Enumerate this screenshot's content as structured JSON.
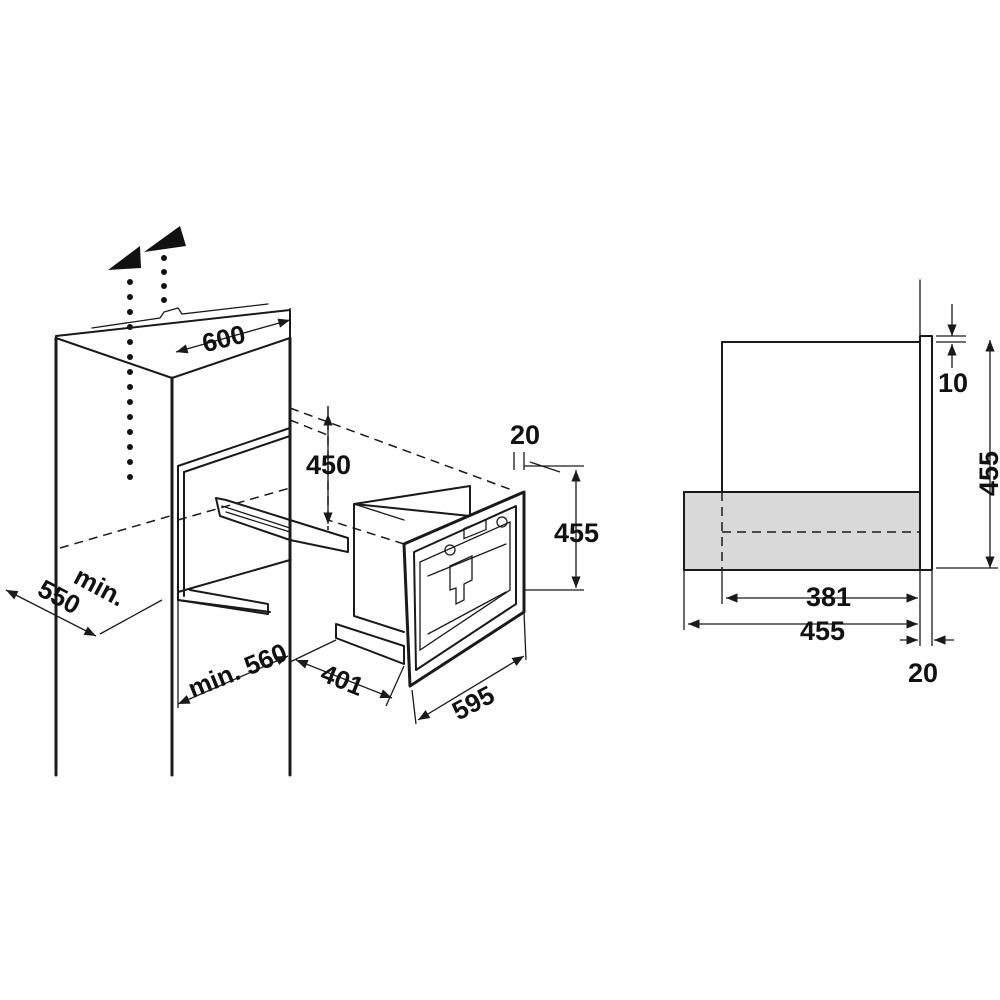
{
  "perspective_view": {
    "cabinet_width": "600",
    "niche_height": "450",
    "min_depth": "min.\n550",
    "min_width": "min. 560",
    "appliance_depth": "401",
    "appliance_width": "595",
    "appliance_height": "455",
    "frame_depth": "20"
  },
  "side_view": {
    "top_gap": "10",
    "total_height": "455",
    "inner_depth": "381",
    "total_depth": "455",
    "front_panel": "20"
  },
  "colors": {
    "line": "#1a1a1a",
    "panel_fill": "#d9d9d9",
    "background": "#ffffff"
  }
}
